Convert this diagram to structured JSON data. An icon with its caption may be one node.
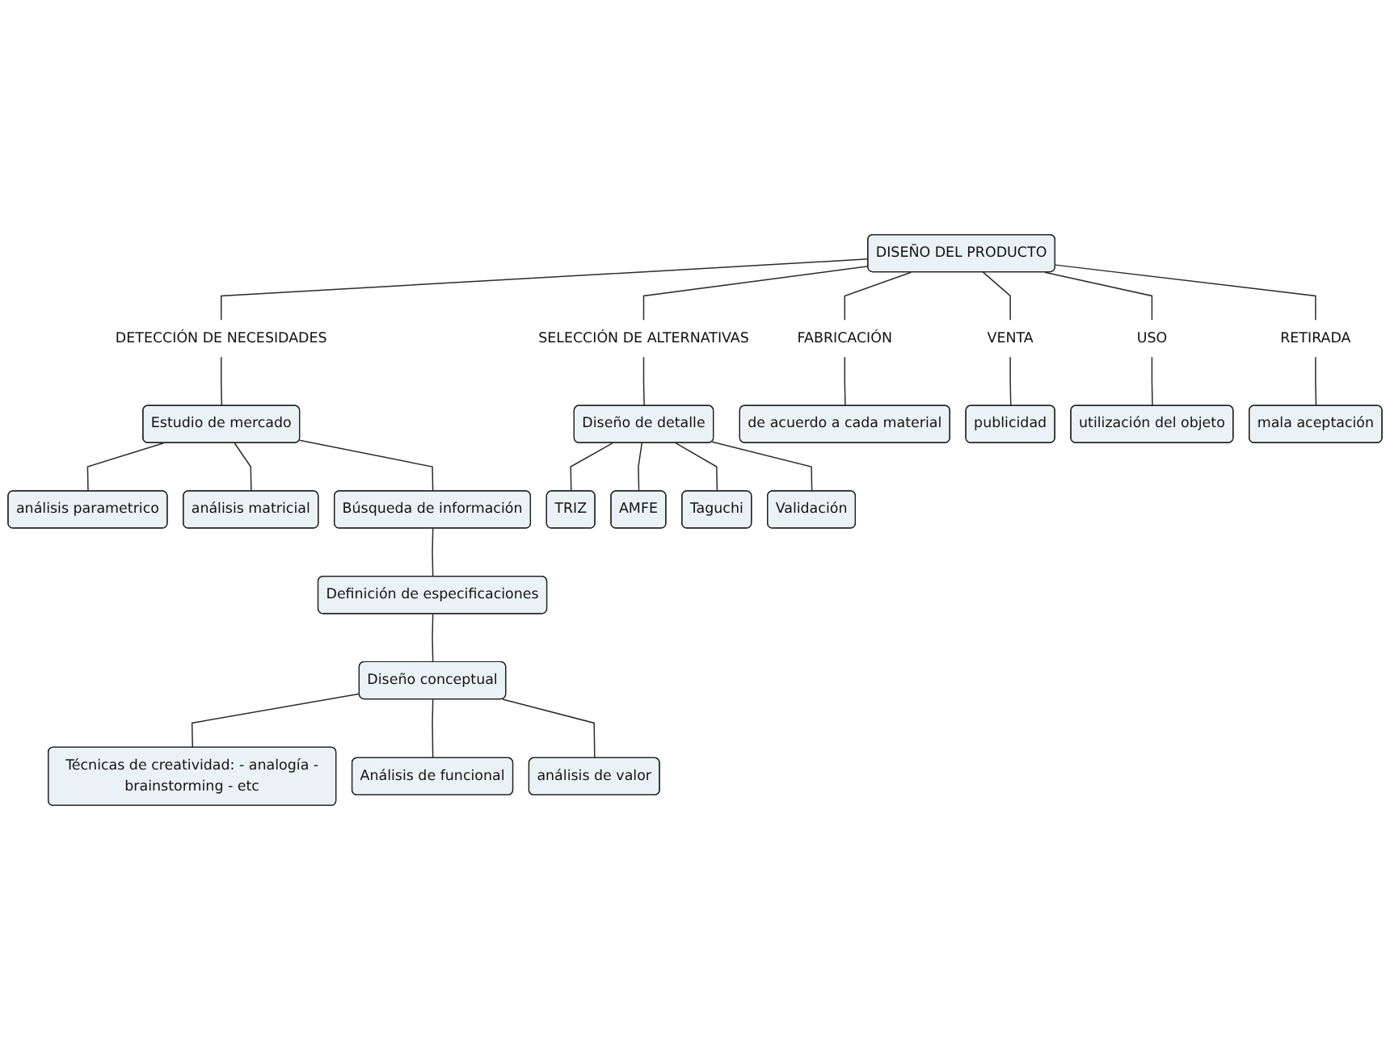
{
  "diagram": {
    "nodes": [
      {
        "text": [
          "DISEÑO DEL PRODUCTO"
        ]
      },
      {
        "text": [
          "DETECCIÓN DE NECESIDADES"
        ]
      },
      {
        "text": [
          "SELECCIÓN DE ALTERNATIVAS"
        ]
      },
      {
        "text": [
          "FABRICACIÓN"
        ]
      },
      {
        "text": [
          "VENTA"
        ]
      },
      {
        "text": [
          "USO"
        ]
      },
      {
        "text": [
          "RETIRADA"
        ]
      },
      {
        "text": [
          "Estudio de mercado"
        ]
      },
      {
        "text": [
          "análisis parametrico"
        ]
      },
      {
        "text": [
          "análisis matricial"
        ]
      },
      {
        "text": [
          "Búsqueda de información"
        ]
      },
      {
        "text": [
          "Definición de especificaciones"
        ]
      },
      {
        "text": [
          "Diseño conceptual"
        ]
      },
      {
        "text": [
          "Técnicas de creatividad: - analogía -brainstorming - etc"
        ]
      },
      {
        "text": [
          "Análisis de funcional"
        ]
      },
      {
        "text": [
          "análisis de valor"
        ]
      },
      {
        "text": [
          "Diseño de detalle"
        ]
      },
      {
        "text": [
          "TRIZ"
        ]
      },
      {
        "text": [
          "AMFE"
        ]
      },
      {
        "text": [
          "Taguchi"
        ]
      },
      {
        "text": [
          "Validación"
        ]
      },
      {
        "text": [
          "de acuerdo a cada material"
        ]
      },
      {
        "text": [
          "publicidad"
        ]
      },
      {
        "text": [
          "utilización del objeto"
        ]
      },
      {
        "text": [
          "mala aceptación"
        ]
      }
    ],
    "edges": [
      {
        "from": 0,
        "to": 1,
        "arrow": "none"
      },
      {
        "from": 0,
        "to": 2,
        "arrow": "none"
      },
      {
        "from": 0,
        "to": 3,
        "arrow": "none"
      },
      {
        "from": 0,
        "to": 4,
        "arrow": "none"
      },
      {
        "from": 0,
        "to": 5,
        "arrow": "none"
      },
      {
        "from": 0,
        "to": 6,
        "arrow": "none"
      },
      {
        "from": 1,
        "to": 7,
        "arrow": "none"
      },
      {
        "from": 7,
        "to": 8,
        "arrow": "none"
      },
      {
        "from": 7,
        "to": 9,
        "arrow": "none"
      },
      {
        "from": 7,
        "to": 10,
        "arrow": "none"
      },
      {
        "from": 10,
        "to": 11,
        "arrow": "none"
      },
      {
        "from": 11,
        "to": 12,
        "arrow": "none"
      },
      {
        "from": 12,
        "to": 13,
        "arrow": "none"
      },
      {
        "from": 12,
        "to": 14,
        "arrow": "none"
      },
      {
        "from": 12,
        "to": 15,
        "arrow": "none"
      },
      {
        "from": 2,
        "to": 16,
        "arrow": "none"
      },
      {
        "from": 16,
        "to": 17,
        "arrow": "none"
      },
      {
        "from": 16,
        "to": 18,
        "arrow": "none"
      },
      {
        "from": 16,
        "to": 19,
        "arrow": "none"
      },
      {
        "from": 16,
        "to": 20,
        "arrow": "none"
      },
      {
        "from": 3,
        "to": 21,
        "arrow": "none"
      },
      {
        "from": 4,
        "to": 22,
        "arrow": "none"
      },
      {
        "from": 5,
        "to": 23,
        "arrow": "none"
      },
      {
        "from": 6,
        "to": 24,
        "arrow": "none"
      }
    ]
  }
}
